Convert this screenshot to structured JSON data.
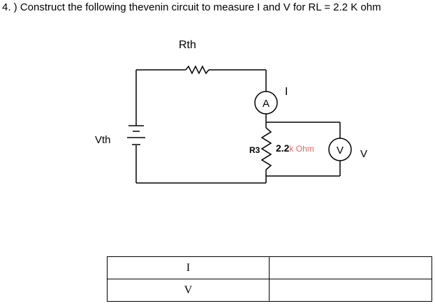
{
  "question": "4. ) Construct  the following  thevenin circuit to measure I and V for RL = 2.2 K ohm",
  "circuit": {
    "rth_label": "Rth",
    "vth_label": "Vth",
    "ammeter_symbol": "A",
    "current_label": "I",
    "r3_label": "R3",
    "r3_value": "2.2",
    "r3_unit": "k Ohm",
    "voltmeter_symbol": "V",
    "voltage_label": "V",
    "unit_color": "#e06666"
  },
  "table": {
    "rows": [
      {
        "label": "I",
        "value": ""
      },
      {
        "label": "V",
        "value": ""
      }
    ]
  }
}
